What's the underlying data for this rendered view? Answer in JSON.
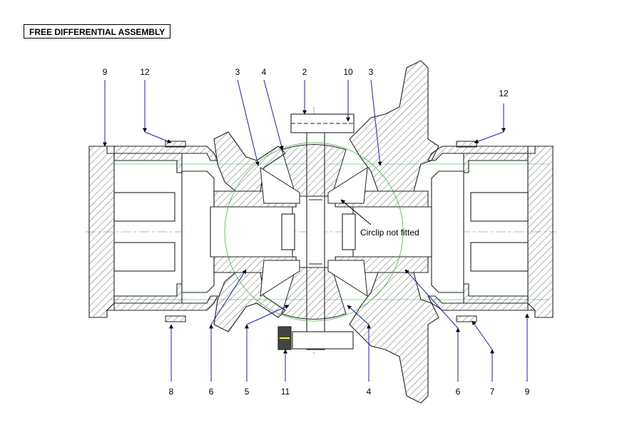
{
  "title": "FREE DIFFERENTIAL ASSEMBLY",
  "note": "Circlip not fitted",
  "colors": {
    "outline": "#222222",
    "leader": "#1a1acc",
    "centerline": "#33aa33",
    "hatch": "#444444"
  },
  "labels_top": [
    "9",
    "12",
    "3",
    "4",
    "2",
    "10",
    "3",
    "12"
  ],
  "labels_bottom": [
    "8",
    "6",
    "5",
    "11",
    "4",
    "6",
    "7",
    "9"
  ]
}
